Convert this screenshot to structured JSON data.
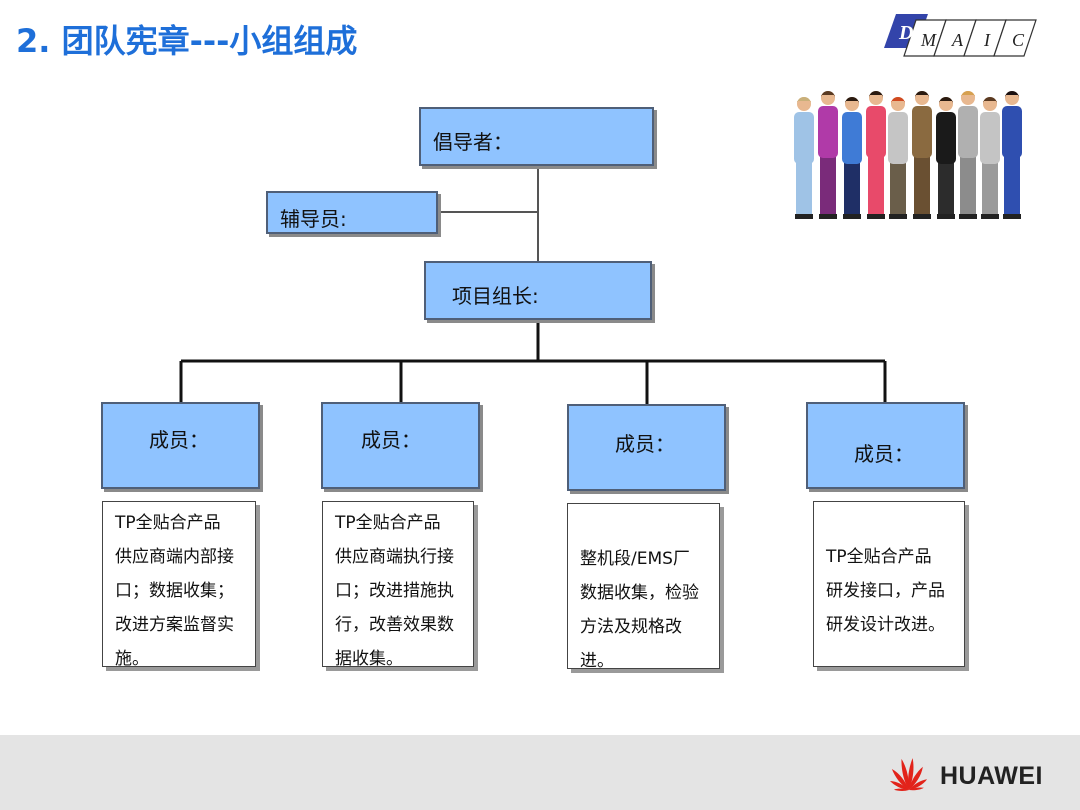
{
  "slide": {
    "title": "2. 团队宪章---小组组成",
    "logo_letters": [
      "D",
      "M",
      "A",
      "I",
      "C"
    ],
    "brand": "HUAWEI"
  },
  "org": {
    "sponsor": "倡导者：",
    "facilitator": "辅导员:",
    "leader": "项目组长:",
    "members": [
      {
        "label": "成员：",
        "duties": [
          "TP全贴合产品",
          "供应商端内部接",
          "口；数据收集；",
          "改进方案监督实",
          "施。"
        ]
      },
      {
        "label": "成员：",
        "duties": [
          "TP全贴合产品",
          "供应商端执行接",
          "口；改进措施执",
          "行，改善效果数",
          "据收集。"
        ]
      },
      {
        "label": "成员：",
        "duties": [
          "整机段/EMS厂",
          "数据收集，检验",
          "方法及规格改进。"
        ]
      },
      {
        "label": "成员：",
        "duties": [
          "TP全贴合产品",
          "研发接口，产品",
          "研发设计改进。"
        ]
      }
    ]
  },
  "colors": {
    "title": "#1e6fd9",
    "box_fill": "#8fc3ff",
    "box_border": "#4f5f78",
    "footer": "#e4e4e4",
    "brand_red": "#e2231a"
  },
  "icons": [
    "dmaic-logo",
    "people-group-illustration",
    "huawei-logo-icon"
  ]
}
